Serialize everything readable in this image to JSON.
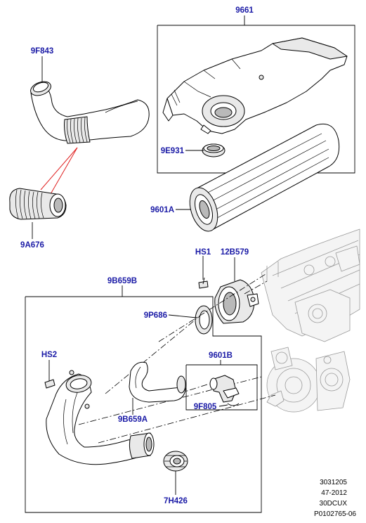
{
  "callouts": {
    "air_cleaner_cover": "9661",
    "intake_duct": "9F843",
    "seal": "9E931",
    "element": "9601A",
    "connector_hose": "9A676",
    "bolt_hs1": "HS1",
    "throttle_body": "12B579",
    "outlet_assembly": "9B659B",
    "gasket": "9P686",
    "bolt_hs2": "HS2",
    "sensor_kit": "9601B",
    "small_hose": "9B659A",
    "sensor": "9F805",
    "clamp": "7H426"
  },
  "footer": {
    "line1": "3031205",
    "line2": "47-2012",
    "line3": "30DCUX",
    "line4": "P0102765-06"
  },
  "colors": {
    "callout_text": "#1a1aa6",
    "highlight_line": "#e02020",
    "linework": "#000000"
  }
}
